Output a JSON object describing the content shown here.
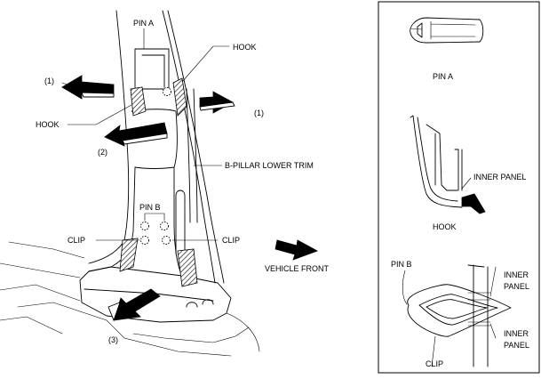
{
  "labels": {
    "pin_a": "PIN A",
    "hook_top": "HOOK",
    "hook_left": "HOOK",
    "step1_left": "(1)",
    "step1_right": "(1)",
    "step2": "(2)",
    "step3": "(3)",
    "b_pillar": "B-PILLAR LOWER TRIM",
    "pin_b": "PIN B",
    "clip_left": "CLIP",
    "clip_right": "CLIP",
    "vehicle_front": "VEHICLE FRONT"
  },
  "detail_panel": {
    "pin_a_caption": "PIN A",
    "hook_caption": "HOOK",
    "inner_panel_hook": "INNER PANEL",
    "pin_b": "PIN B",
    "inner_panel_1_line1": "INNER",
    "inner_panel_1_line2": "PANEL",
    "inner_panel_2_line1": "INNER",
    "inner_panel_2_line2": "PANEL",
    "clip": "CLIP"
  }
}
